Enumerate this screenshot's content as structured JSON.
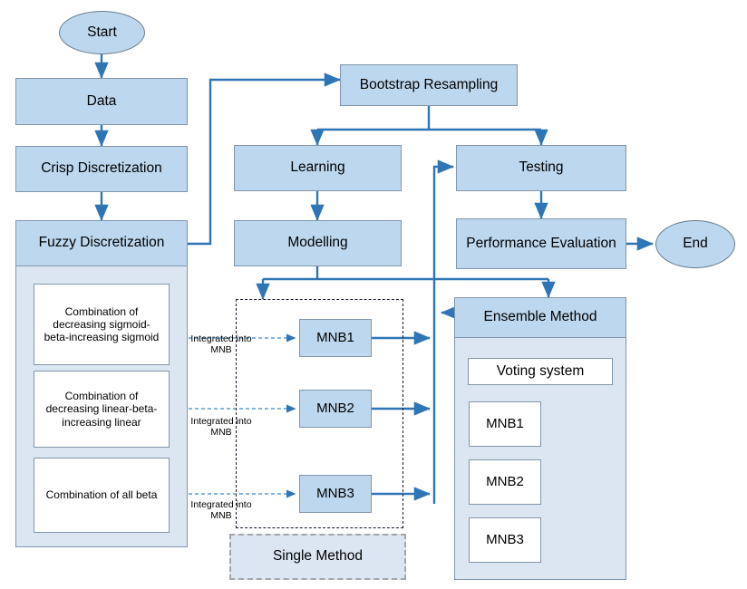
{
  "diagram": {
    "title": "Fuzzy Discretization Ensemble MNB Flowchart",
    "colors": {
      "node_fill": "#bdd7ee",
      "panel_fill": "#dce6f2",
      "node_border": "#8196ab",
      "arrow": "#2e75b6",
      "inner_arrow": "#1f3864",
      "dashed_gray": "#a6a6a6"
    }
  },
  "nodes": {
    "start": "Start",
    "data": "Data",
    "crisp_discretization": "Crisp Discretization",
    "fuzzy_discretization": "Fuzzy Discretization",
    "bootstrap_resampling": "Bootstrap Resampling",
    "learning": "Learning",
    "modelling": "Modelling",
    "testing": "Testing",
    "performance_evaluation": "Performance Evaluation",
    "end": "End",
    "ensemble_method": "Ensemble Method",
    "voting_system": "Voting system",
    "single_method": "Single Method",
    "combination_sigmoid": "Combination of decreasing sigmoid-beta-increasing sigmoid",
    "combination_linear": "Combination of decreasing linear-beta-increasing linear",
    "combination_all_beta": "Combination of all beta",
    "mnb_single": [
      "MNB1",
      "MNB2",
      "MNB3"
    ],
    "mnb_ensemble": [
      "MNB1",
      "MNB2",
      "MNB3"
    ]
  },
  "edge_labels": {
    "integrated_1": "Integrated into MNB",
    "integrated_2": "Integrated into MNB",
    "integrated_3": "Integrated into MNB"
  }
}
